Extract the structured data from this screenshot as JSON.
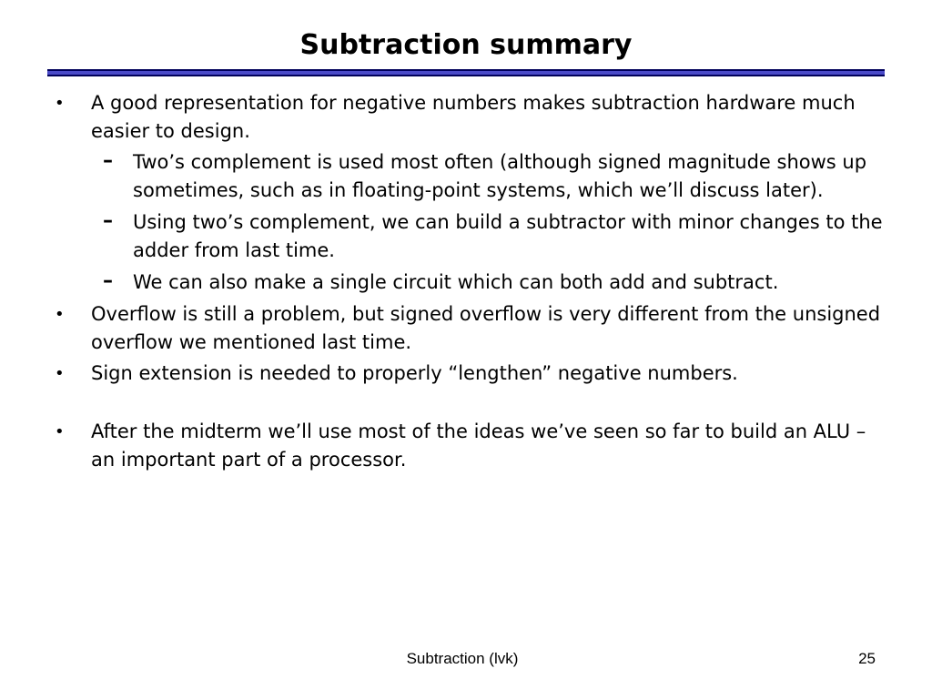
{
  "slide": {
    "title": "Subtraction summary",
    "items": [
      {
        "level": 1,
        "marker": "•",
        "text": "A good representation for negative numbers makes subtraction hardware much easier to design."
      },
      {
        "level": 2,
        "marker": "–",
        "text": "Two’s complement is used most often (although signed magnitude shows up sometimes, such as in floating-point systems, which we’ll discuss later)."
      },
      {
        "level": 2,
        "marker": "–",
        "text": "Using two’s complement, we can build a subtractor with minor changes to the adder from last time."
      },
      {
        "level": 2,
        "marker": "–",
        "text": "We can also make a single circuit which can both add and subtract."
      },
      {
        "level": 1,
        "marker": "•",
        "text": "Overflow is still a problem, but signed overflow is very different from the unsigned overflow we mentioned last time."
      },
      {
        "level": 1,
        "marker": "•",
        "text": "Sign extension is needed to properly “lengthen” negative numbers."
      },
      {
        "level": 1,
        "marker": "•",
        "text": "After the midterm we’ll use most of the ideas we’ve seen so far to build an ALU – an important part of a processor."
      }
    ],
    "footer_text": "Subtraction (lvk)",
    "page_number": "25",
    "rule_color": "#4a4ac8"
  }
}
